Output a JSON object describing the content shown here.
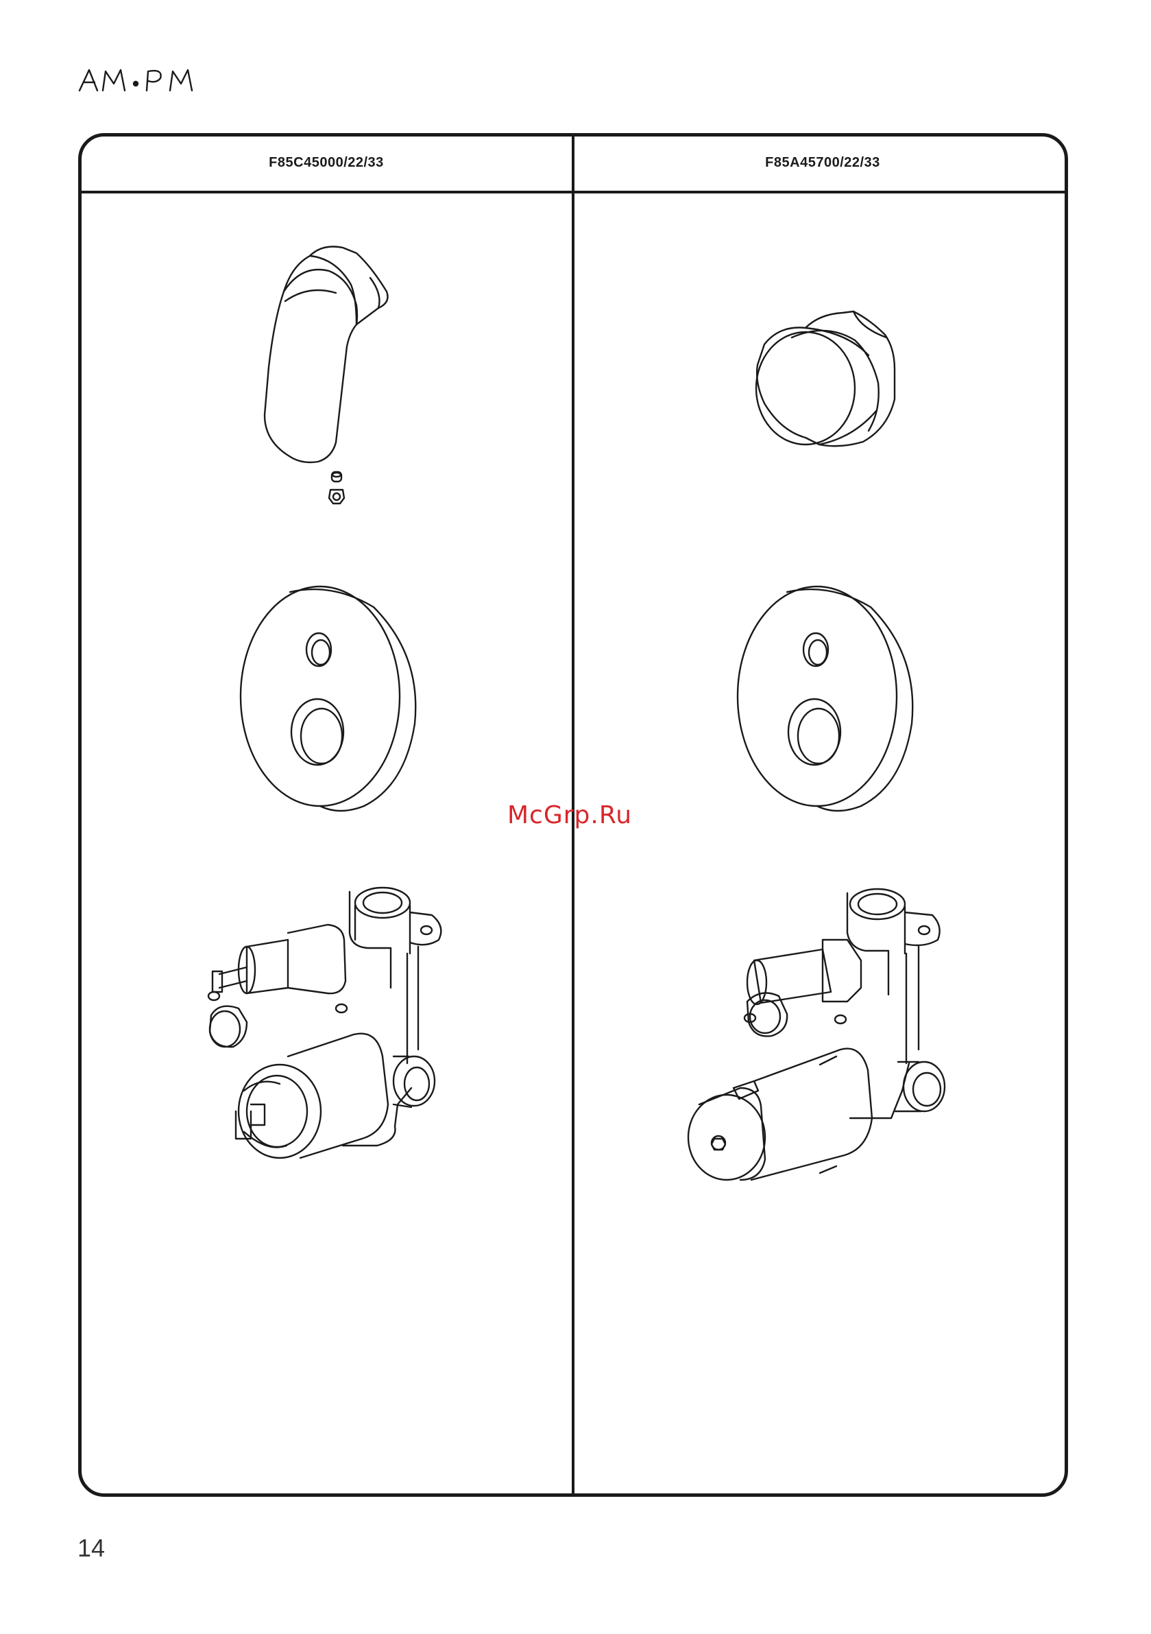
{
  "brand": {
    "logo_text": "AM·PM"
  },
  "columns": [
    {
      "product_code": "F85C45000/22/33"
    },
    {
      "product_code": "F85A45700/22/33"
    }
  ],
  "watermark": "McGrp.Ru",
  "page_number": "14"
}
